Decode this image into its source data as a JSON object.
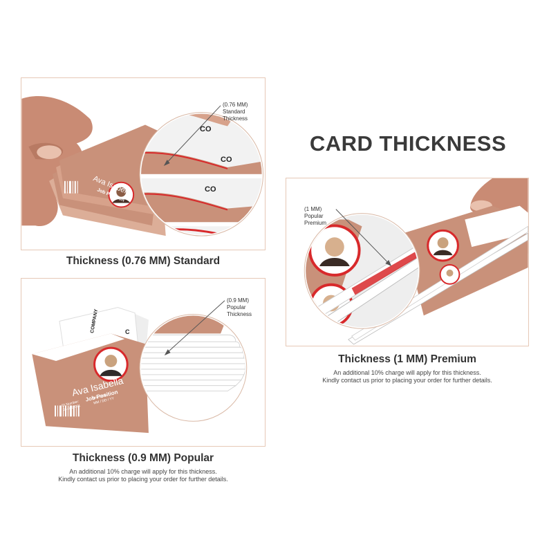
{
  "heading": "CARD THICKNESS",
  "colors": {
    "card_rose": "#c9917a",
    "card_rose_light": "#dcae98",
    "accent_red": "#d8292b",
    "panel_border": "#e6c8b6",
    "text_dark": "#333333"
  },
  "panels": {
    "standard": {
      "caption": "Thickness (0.76 MM) Standard",
      "callout": [
        "(0.76 MM)",
        "Standard",
        "Thickness"
      ],
      "card_name": "Ava Isabella",
      "card_job": "Job Position",
      "company": "CO"
    },
    "popular": {
      "caption": "Thickness (0.9 MM) Popular",
      "callout": [
        "(0.9 MM)",
        "Popular",
        "Thickness"
      ],
      "note_line1": "An additional 10% charge will apply for this thickness.",
      "note_line2": "Kindly contact us prior to placing your order for further details.",
      "card_name": "Ava Isabella",
      "card_job": "Job Position",
      "id_label": "ID Number:",
      "id_value": "01-000-001",
      "join_label": "Join Date:",
      "join_value": "MM / DD / YY",
      "company": "COMPANY",
      "company_short": "C"
    },
    "premium": {
      "caption": "Thickness (1 MM) Premium",
      "callout": [
        "(1 MM)",
        "Popular",
        "Premium"
      ],
      "note_line1": "An additional 10% charge will apply for this thickness.",
      "note_line2": "Kindly contact us prior to placing your order for further details."
    }
  },
  "icons": [
    "hand-icon",
    "zoom-circle-icon",
    "callout-arrow-icon",
    "barcode-icon",
    "photo-avatar-icon"
  ]
}
